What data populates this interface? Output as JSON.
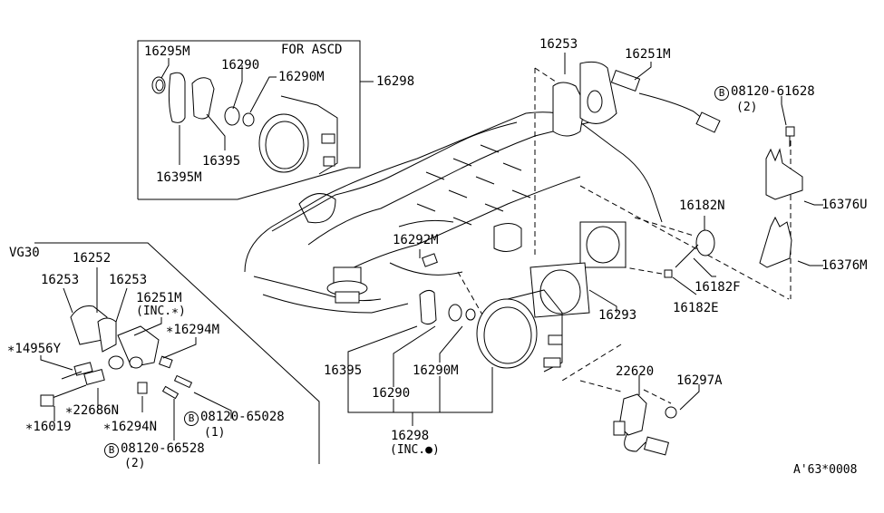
{
  "diagram": {
    "title_note": "FOR ASCD",
    "variant_label": "VG30",
    "figure_code": "A'63*0008",
    "colors": {
      "line": "#000000",
      "background": "#ffffff"
    },
    "inset_ascd": {
      "labels": {
        "p16295M": "16295M",
        "p16290": "16290",
        "p16290M": "16290M",
        "p16395": "16395",
        "p16395M": "16395M",
        "p16298": "16298"
      }
    },
    "top_right": {
      "p16253": "16253",
      "p16251M": "16251M",
      "bolt_code": "08120-61628",
      "bolt_qty": "(2)",
      "bolt_symbol": "B",
      "p16376U": "16376U",
      "p16376M": "16376M",
      "p16182N": "16182N",
      "p16182F": "16182F",
      "p16182E": "16182E",
      "p16293": "16293"
    },
    "center": {
      "p16292M": "16292M",
      "p16395": "16395",
      "p16290": "16290",
      "p16290M": "16290M",
      "p16298": "16298",
      "p16298_inc": "(INC.●)"
    },
    "bottom_right": {
      "p22620": "22620",
      "p16297A": "16297A"
    },
    "vg30_inset": {
      "p16252": "16252",
      "p16253a": "16253",
      "p16253b": "16253",
      "p16251M": "16251M",
      "p16251M_inc": "(INC.∗)",
      "p16294M": "∗16294M",
      "p14956Y": "∗14956Y",
      "p22686N": "∗22686N",
      "p16019": "∗16019",
      "p16294N": "∗16294N",
      "bolt1_symbol": "B",
      "bolt1_code": "08120-65028",
      "bolt1_qty": "(1)",
      "bolt2_symbol": "B",
      "bolt2_code": "08120-66528",
      "bolt2_qty": "(2)"
    }
  }
}
